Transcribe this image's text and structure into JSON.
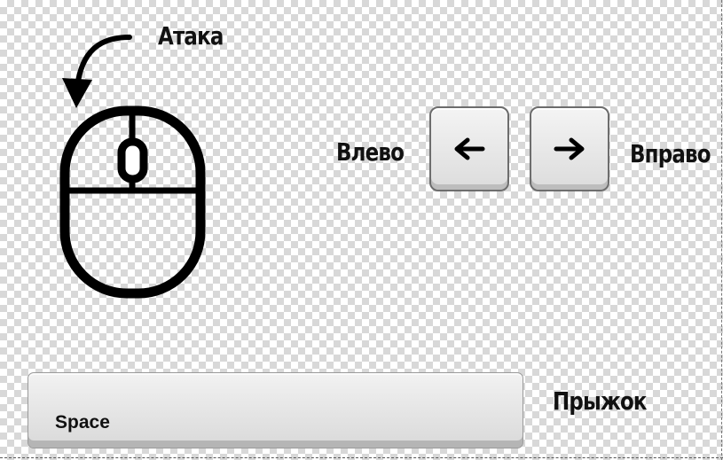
{
  "labels": {
    "attack": "Атака",
    "left": "Влево",
    "right": "Вправо",
    "jump": "Прыжок"
  },
  "keys": {
    "left_arrow_icon": "arrow-left",
    "right_arrow_icon": "arrow-right",
    "space_label": "Space"
  },
  "icons": {
    "mouse": "mouse-icon",
    "attack_pointer": "curved-arrow-icon"
  },
  "colors": {
    "ink": "#000000",
    "key_face": "#e6e6e6",
    "key_border": "#6d6d6d"
  }
}
